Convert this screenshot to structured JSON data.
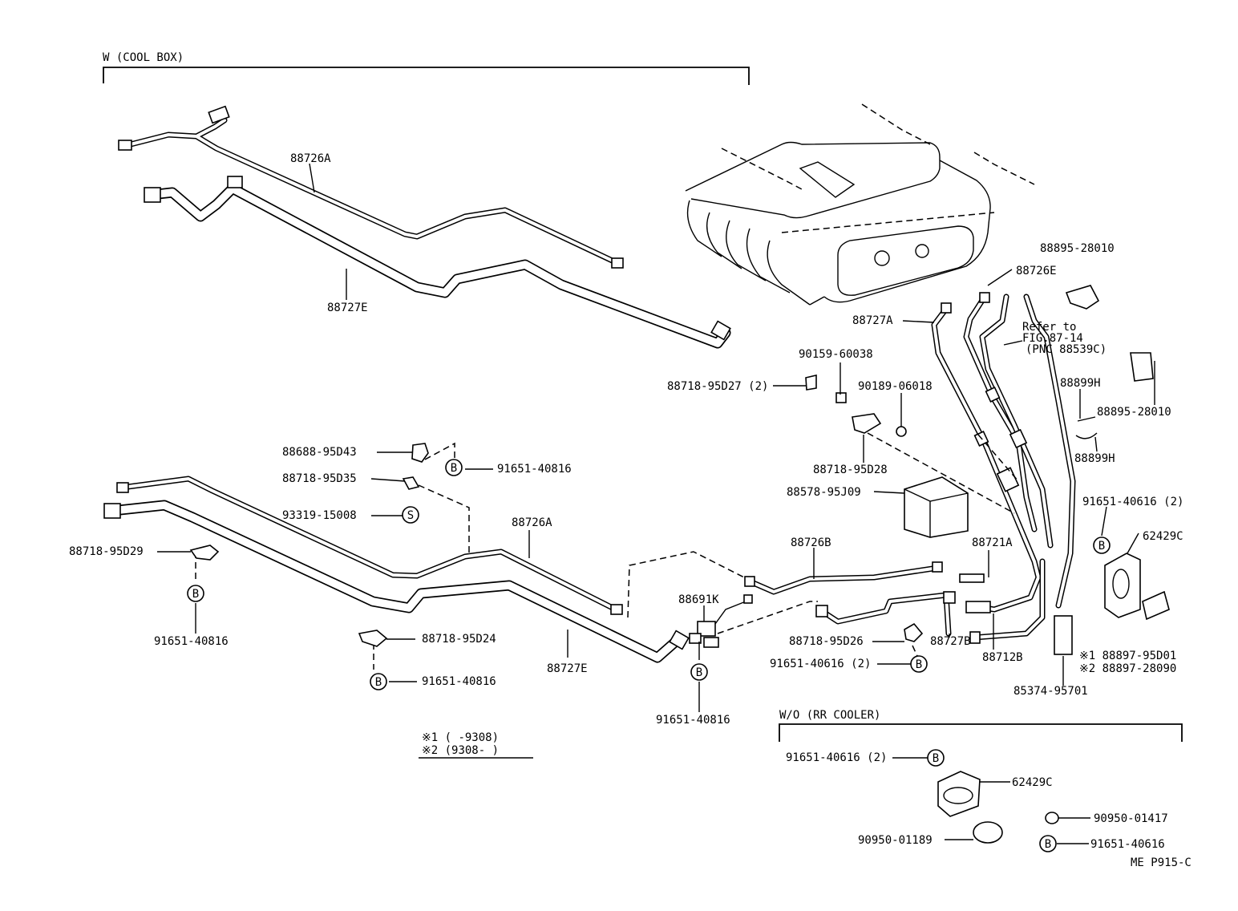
{
  "sections": {
    "cool_box": "W (COOL BOX)",
    "rr_cooler": "W/O (RR COOLER)"
  },
  "callouts": {
    "c_88726A_top": "88726A",
    "c_88727E_top": "88727E",
    "c_88895_28010_a": "88895-28010",
    "c_88726E": "88726E",
    "c_88727A": "88727A",
    "c_90159_60038": "90159-60038",
    "c_88718_95D27": "88718-95D27 (2)",
    "c_90189_06018": "90189-06018",
    "c_88899H_a": "88899H",
    "c_88895_28010_b": "88895-28010",
    "c_88899H_b": "88899H",
    "c_88688_95D43": "88688-95D43",
    "c_91651_40816_a": "91651-40816",
    "c_88718_95D35": "88718-95D35",
    "c_93319_15008": "93319-15008",
    "c_88718_95D28": "88718-95D28",
    "c_88578_95J09": "88578-95J09",
    "c_91651_40616_a": "91651-40616 (2)",
    "c_62429C_a": "62429C",
    "c_88726A_bot": "88726A",
    "c_88726B": "88726B",
    "c_88721A": "88721A",
    "c_88718_95D29": "88718-95D29",
    "c_88691K": "88691K",
    "c_91651_40816_b": "91651-40816",
    "c_88718_95D24": "88718-95D24",
    "c_88727E_bot": "88727E",
    "c_91651_40816_c": "91651-40816",
    "c_88718_95D26": "88718-95D26",
    "c_88727B": "88727B",
    "c_91651_40616_b": "91651-40616 (2)",
    "c_88712B": "88712B",
    "c_85374_95701": "85374-95701",
    "c_88897_95D01": "※1 88897-95D01",
    "c_88897_28090": "※2 88897-28090",
    "c_91651_40816_d": "91651-40816",
    "c_91651_40616_c": "91651-40616 (2)",
    "c_62429C_b": "62429C",
    "c_90950_01417": "90950-01417",
    "c_90950_01189": "90950-01189",
    "c_91651_40616_d": "91651-40616"
  },
  "refer_note": [
    "Refer to",
    "FIG.87-14",
    "(PNC 88539C)"
  ],
  "footnotes": [
    "※1 (    -9308)",
    "※2 (9308-    )"
  ],
  "symbols": {
    "bolt": "B",
    "screw": "S"
  },
  "drawing_code": "ME P915-C"
}
